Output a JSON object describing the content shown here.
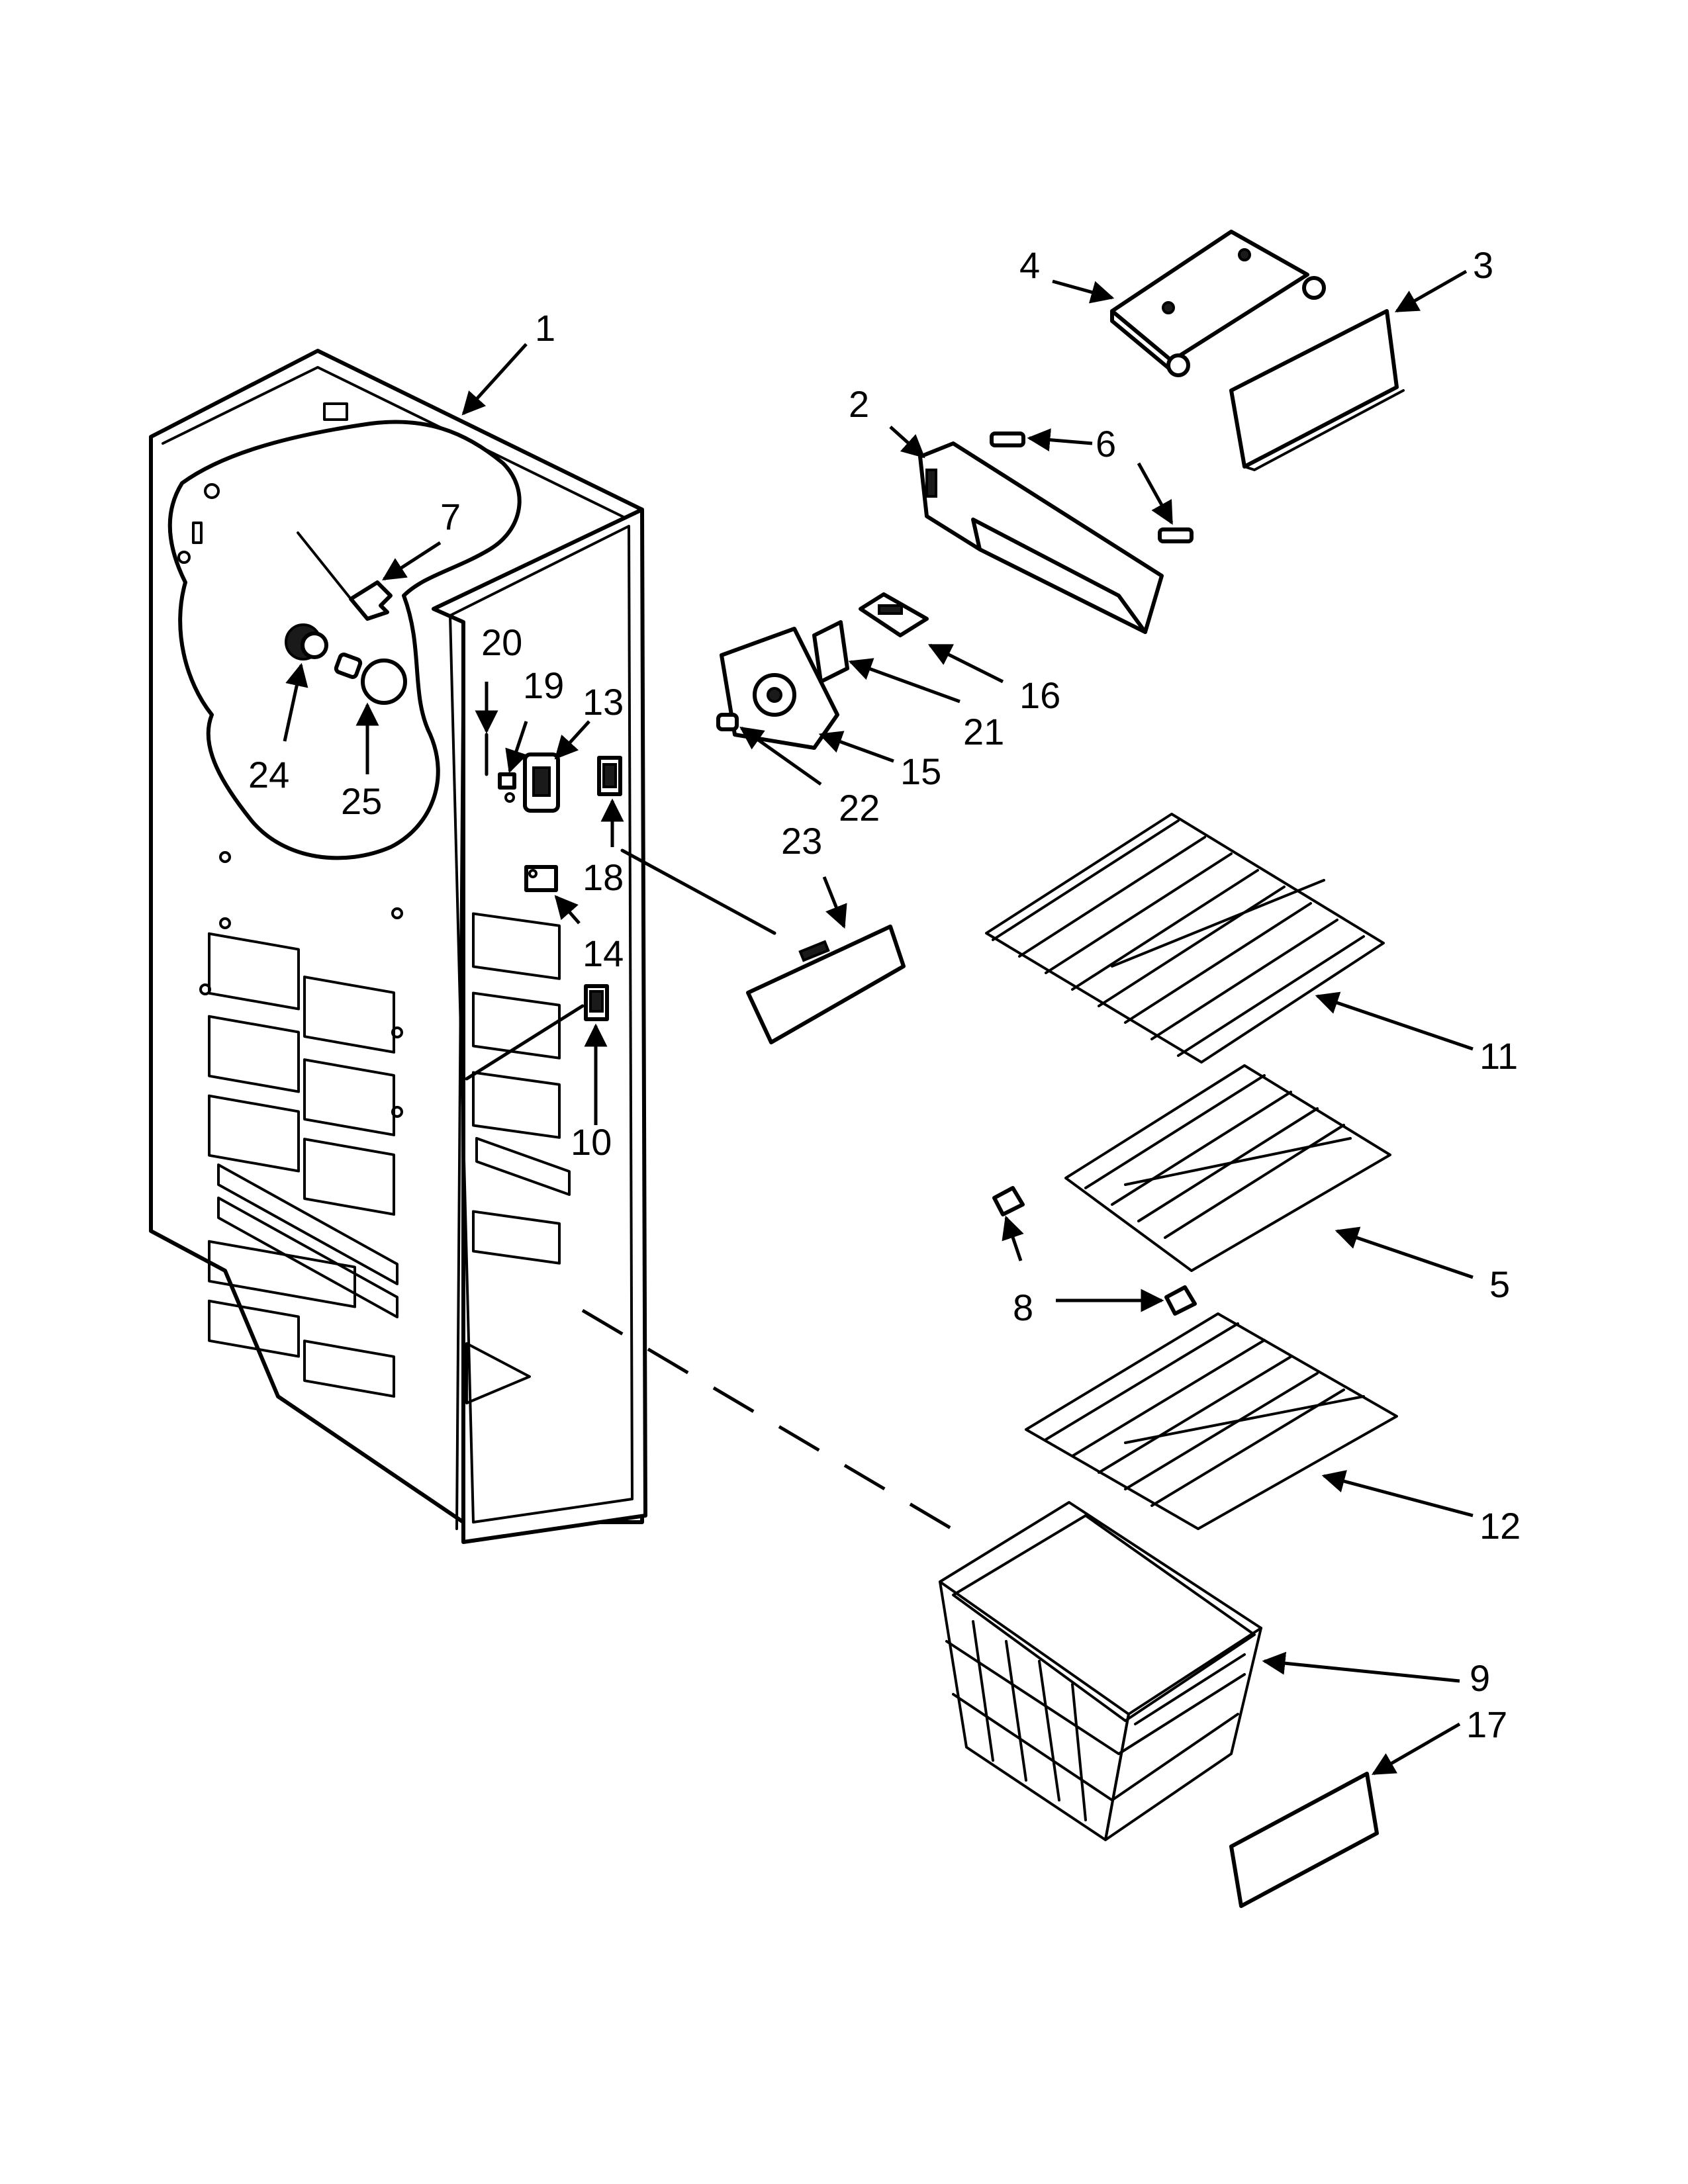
{
  "callouts": [
    {
      "id": "c1",
      "label": "1"
    },
    {
      "id": "c2",
      "label": "2"
    },
    {
      "id": "c3",
      "label": "3"
    },
    {
      "id": "c4",
      "label": "4"
    },
    {
      "id": "c5",
      "label": "5"
    },
    {
      "id": "c6",
      "label": "6"
    },
    {
      "id": "c7",
      "label": "7"
    },
    {
      "id": "c8",
      "label": "8"
    },
    {
      "id": "c9",
      "label": "9"
    },
    {
      "id": "c10",
      "label": "10"
    },
    {
      "id": "c11",
      "label": "11"
    },
    {
      "id": "c12",
      "label": "12"
    },
    {
      "id": "c13",
      "label": "13"
    },
    {
      "id": "c14",
      "label": "14"
    },
    {
      "id": "c15",
      "label": "15"
    },
    {
      "id": "c16",
      "label": "16"
    },
    {
      "id": "c17",
      "label": "17"
    },
    {
      "id": "c18",
      "label": "18"
    },
    {
      "id": "c19",
      "label": "19"
    },
    {
      "id": "c20",
      "label": "20"
    },
    {
      "id": "c21",
      "label": "21"
    },
    {
      "id": "c22",
      "label": "22"
    },
    {
      "id": "c23",
      "label": "23"
    },
    {
      "id": "c24",
      "label": "24"
    },
    {
      "id": "c25",
      "label": "25"
    }
  ],
  "colors": {
    "line": "#000000",
    "background": "#ffffff"
  }
}
